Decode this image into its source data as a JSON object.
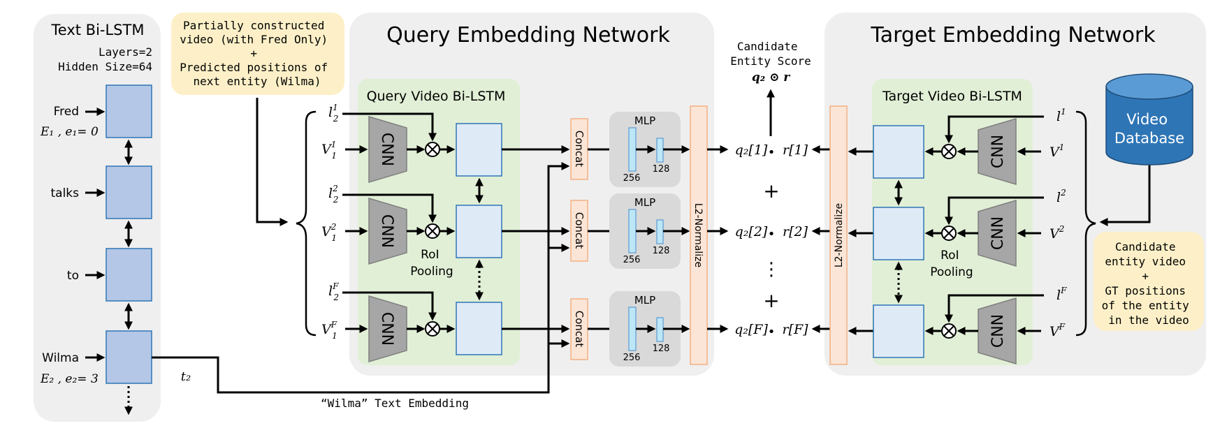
{
  "text_lstm": {
    "title": "Text Bi-LSTM",
    "layers": "Layers=2",
    "hidden": "Hidden Size=64",
    "words": [
      {
        "word": "Fred",
        "sub": "E₁ , e₁= 0"
      },
      {
        "word": "talks",
        "sub": ""
      },
      {
        "word": "to",
        "sub": ""
      },
      {
        "word": "Wilma",
        "sub": "E₂ , e₂= 3"
      }
    ],
    "t2": "t₂"
  },
  "note_query": {
    "lines": [
      "Partially constructed",
      "video (with Fred Only)",
      "+",
      "Predicted positions of",
      "next entity (Wilma)"
    ]
  },
  "query_net": {
    "title": "Query Embedding Network",
    "subnet": "Query Video Bi-LSTM",
    "cnn": "CNN",
    "roi_lines": [
      "RoI",
      "Pooling"
    ],
    "inputs": [
      {
        "l": "l",
        "lsup": "1",
        "lsub": "2",
        "v": "V",
        "vsup": "1",
        "vsub": "1"
      },
      {
        "l": "l",
        "lsup": "2",
        "lsub": "2",
        "v": "V",
        "vsup": "2",
        "vsub": "1"
      },
      {
        "l": "l",
        "lsup": "F",
        "lsub": "2",
        "v": "V",
        "vsup": "F",
        "vsub": "1"
      }
    ],
    "concat": "Concat",
    "mlp": "MLP",
    "mlp_dims": [
      "256",
      "128"
    ],
    "l2norm": "L2-Normalize"
  },
  "wilma_embedding": "“Wilma” Text Embedding",
  "score": {
    "lines": [
      "Candidate",
      "Entity Score"
    ],
    "formula": "q₂ ⊙ r",
    "rows": [
      {
        "q": "q₂[1]",
        "r": "r[1]"
      },
      {
        "q": "q₂[2]",
        "r": "r[2]"
      },
      {
        "q": "q₂[F]",
        "r": "r[F]"
      }
    ],
    "plus": "+",
    "dots": "⋮",
    "bullet": "•"
  },
  "target_net": {
    "title": "Target Embedding Network",
    "subnet": "Target Video Bi-LSTM",
    "cnn": "CNN",
    "roi_lines": [
      "RoI",
      "Pooling"
    ],
    "l2norm": "L2-Normalize",
    "inputs": [
      {
        "l": "l",
        "lsup": "1",
        "v": "V",
        "vsup": "1"
      },
      {
        "l": "l",
        "lsup": "2",
        "v": "V",
        "vsup": "2"
      },
      {
        "l": "l",
        "lsup": "F",
        "v": "V",
        "vsup": "F"
      }
    ],
    "db_lines": [
      "Video",
      "Database"
    ]
  },
  "note_target": {
    "lines": [
      "Candidate",
      "entity video",
      "+",
      "GT positions",
      "of the entity",
      "in the video"
    ]
  },
  "colors": {
    "panel": "#efefef",
    "green": "#e1efd6",
    "note": "#fdf0c8",
    "lstm_blue": "#b4c7e7",
    "cell_blue": "#deebf7",
    "cell_border": "#2e75b6",
    "cnn_gray": "#a6a6a6",
    "concat_fill": "#fbe5d6",
    "concat_border": "#f4b183",
    "mlp_gray": "#d9d9d9",
    "bar_blue": "#bde7f7",
    "db_blue": "#2e75b6"
  }
}
